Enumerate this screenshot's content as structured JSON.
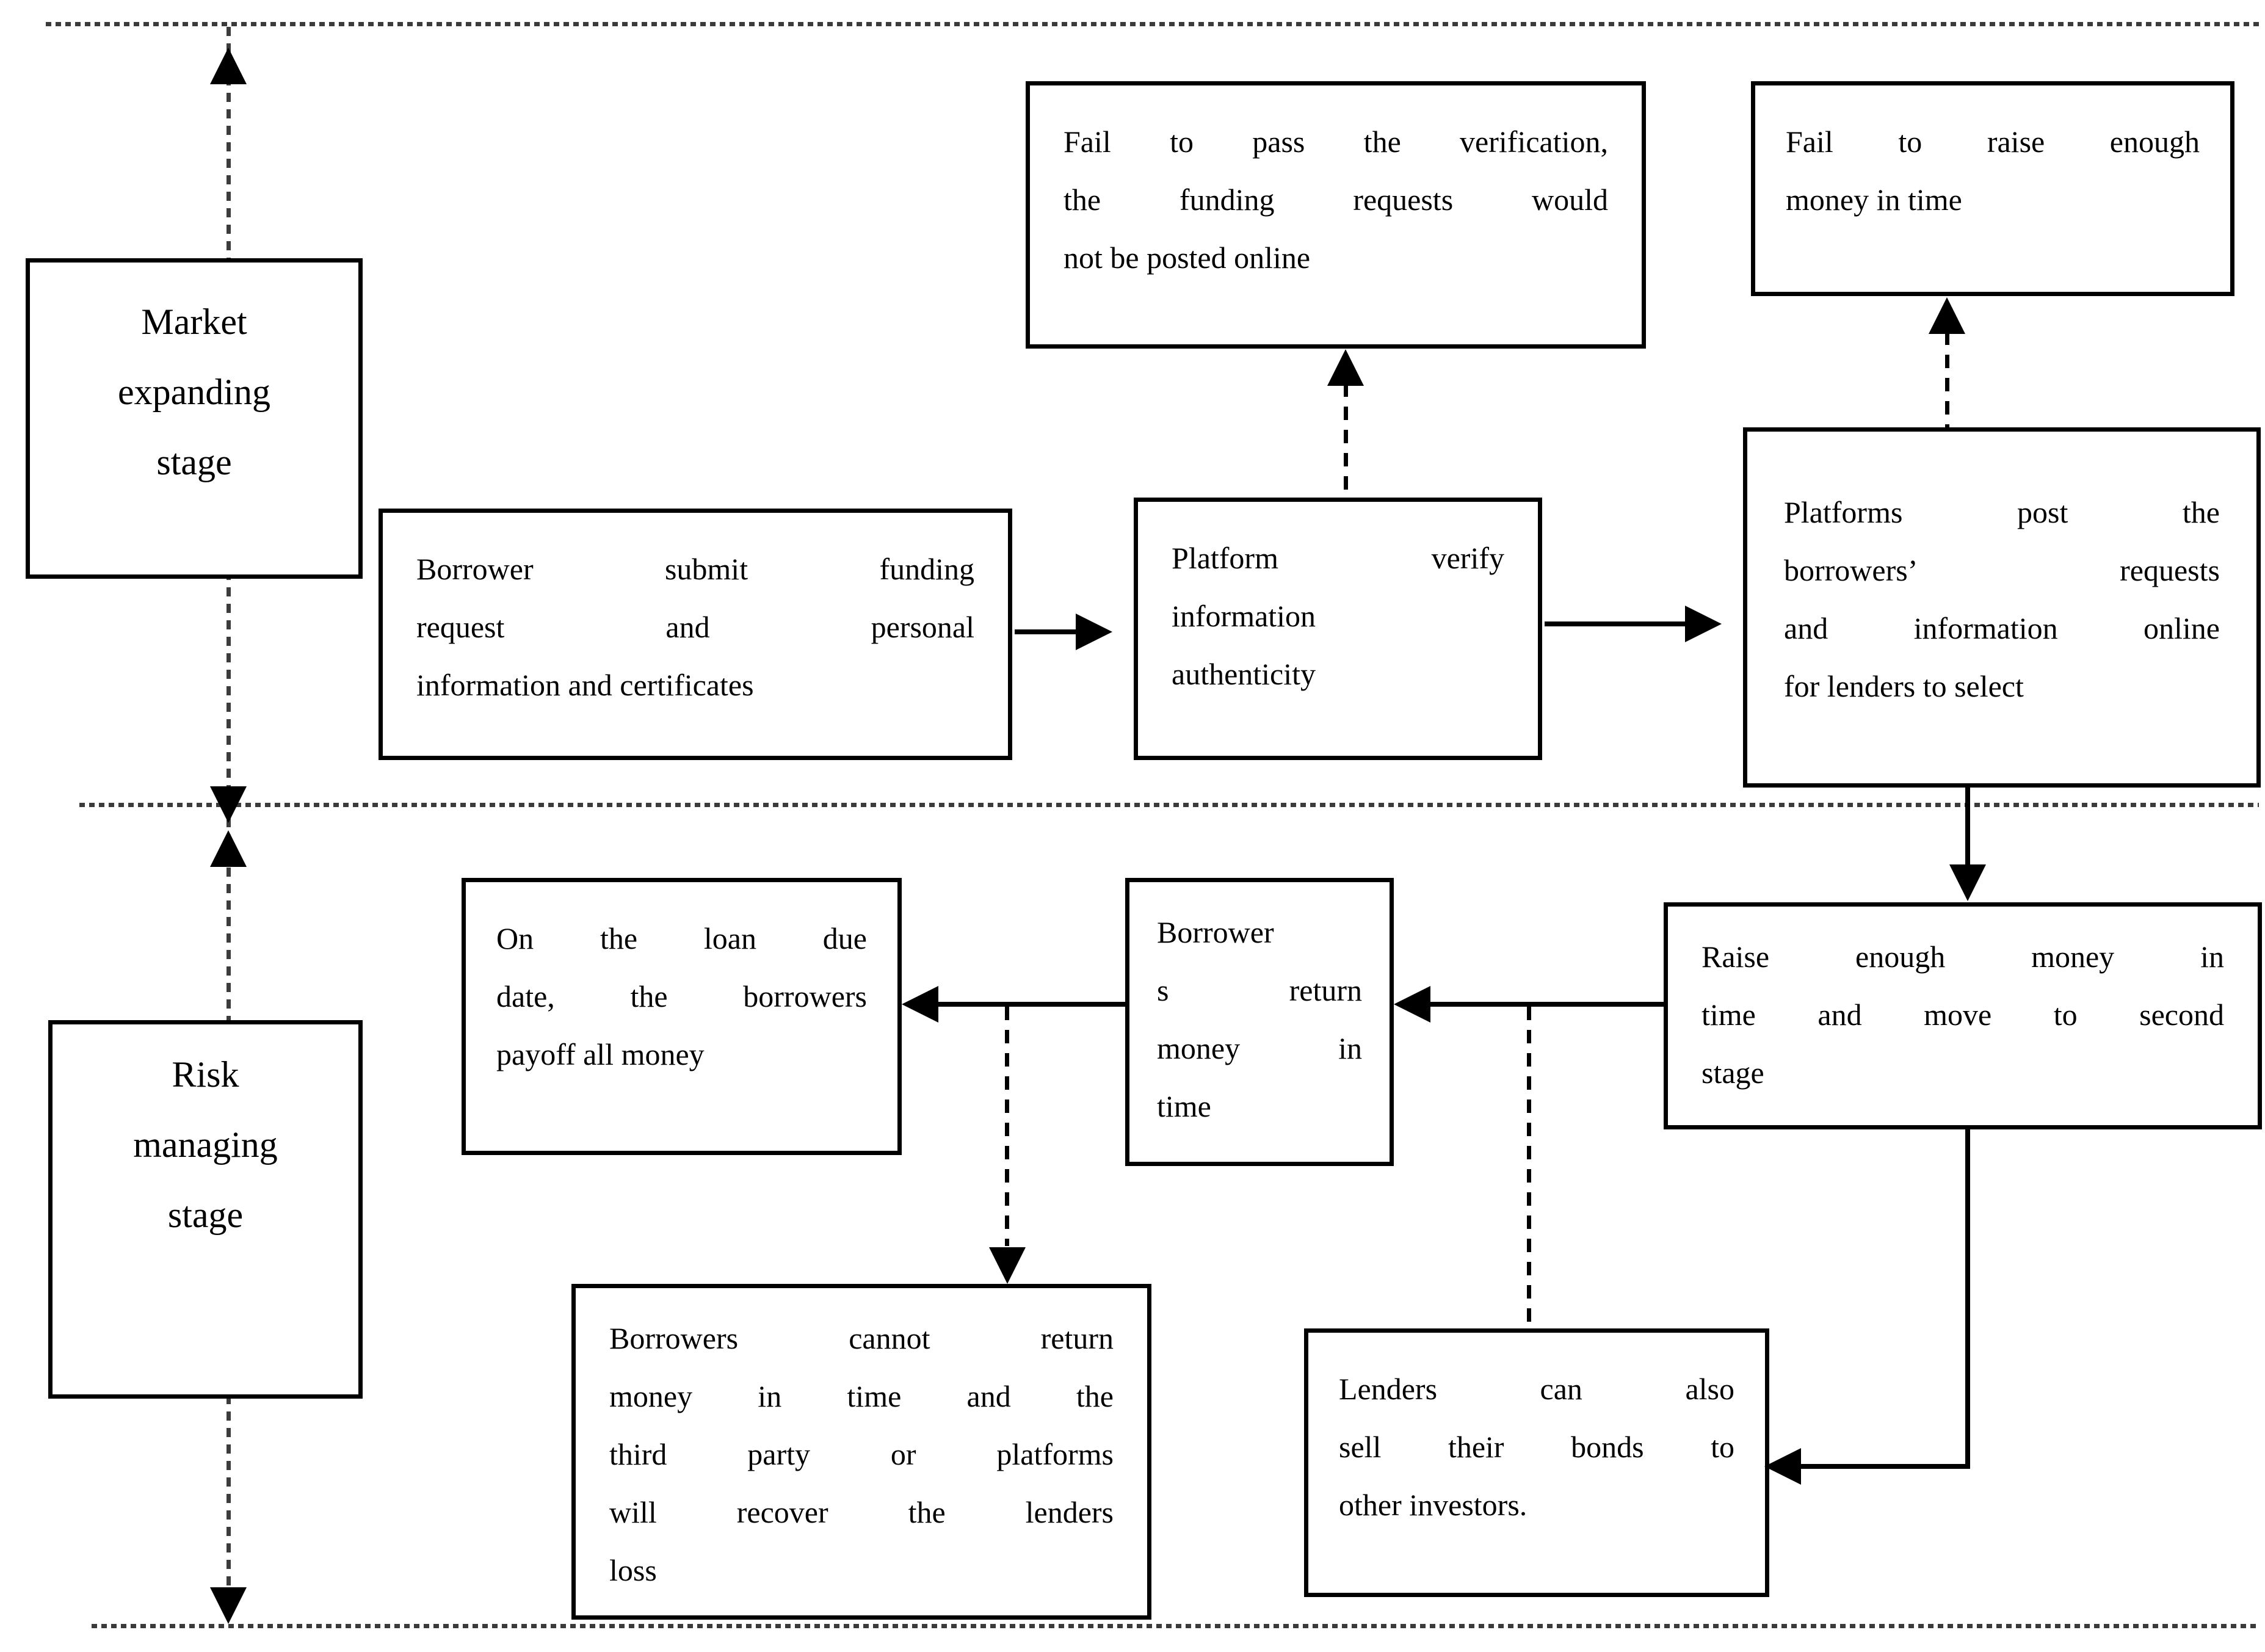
{
  "diagram": {
    "title": "P2P lending platform two-stage process flowchart",
    "colors": {
      "background": "#ffffff",
      "box_border": "#000000",
      "arrow": "#000000",
      "guide_line": "#3a3a3a"
    },
    "stages": {
      "market": {
        "lines": [
          "Market",
          "expanding",
          "stage"
        ]
      },
      "risk": {
        "lines": [
          "Risk",
          "managing",
          "stage"
        ]
      }
    },
    "boxes": {
      "fail_verification": {
        "lines": [
          "Fail to pass the verification,",
          "the funding requests would",
          "not be posted online"
        ]
      },
      "fail_raise": {
        "lines": [
          "Fail to raise enough",
          "money in time"
        ]
      },
      "borrower_submit": {
        "lines": [
          "Borrower submit funding",
          "request and personal",
          "information and certificates"
        ]
      },
      "platform_verify": {
        "lines": [
          "Platform verify",
          "information",
          "authenticity"
        ]
      },
      "platforms_post": {
        "lines": [
          "Platforms post the",
          "borrowers’ requests",
          "and information online",
          "for lenders to select"
        ]
      },
      "raise_enough": {
        "lines": [
          "Raise enough money in",
          "time and move to second",
          "stage"
        ]
      },
      "borrowers_return": {
        "lines": [
          "Borrower",
          "s return",
          "money in",
          "time"
        ]
      },
      "loan_due": {
        "lines": [
          "On the loan due",
          "date, the borrowers",
          "payoff all money"
        ]
      },
      "borrowers_cannot": {
        "lines": [
          "Borrowers cannot return",
          "money in time and the",
          "third party or platforms",
          "will recover the lenders",
          "loss"
        ]
      },
      "lenders_sell": {
        "lines": [
          "Lenders can also",
          "sell their bonds to",
          "other investors."
        ]
      }
    }
  }
}
